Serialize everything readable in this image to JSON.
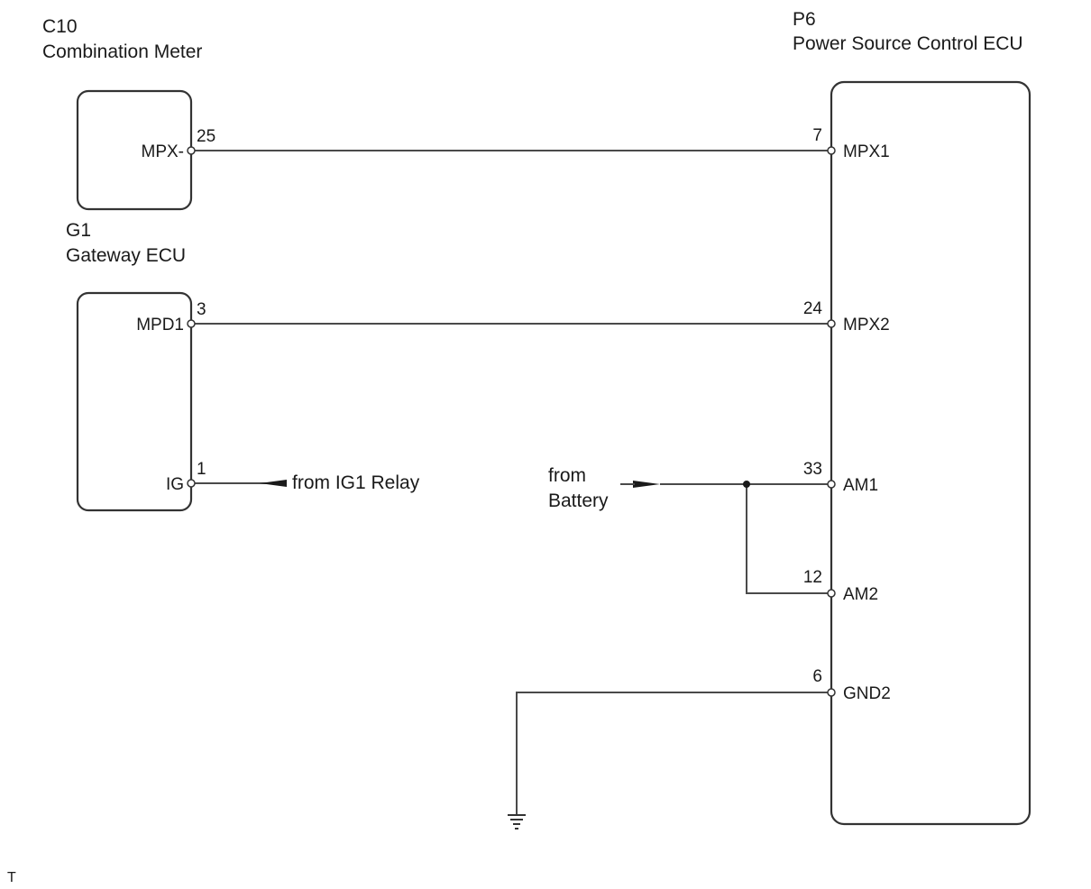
{
  "components": {
    "c10": {
      "code": "C10",
      "name": "Combination Meter"
    },
    "g1": {
      "code": "G1",
      "name": "Gateway ECU"
    },
    "p6": {
      "code": "P6",
      "name": "Power Source Control ECU"
    }
  },
  "c10_pins": [
    {
      "name": "MPX-",
      "number": "25"
    }
  ],
  "g1_pins": [
    {
      "name": "MPD1",
      "number": "3"
    },
    {
      "name": "IG",
      "number": "1"
    }
  ],
  "p6_pins": [
    {
      "name": "MPX1",
      "number": "7"
    },
    {
      "name": "MPX2",
      "number": "24"
    },
    {
      "name": "AM1",
      "number": "33"
    },
    {
      "name": "AM2",
      "number": "12"
    },
    {
      "name": "GND2",
      "number": "6"
    }
  ],
  "sources": {
    "ig1_relay": "from IG1 Relay",
    "battery_line1": "from",
    "battery_line2": "Battery"
  },
  "footer_mark": "T"
}
